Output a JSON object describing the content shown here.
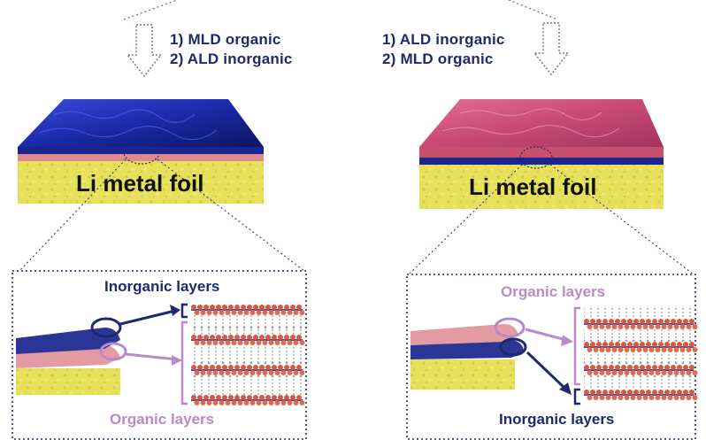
{
  "left_panel": {
    "steps": [
      "1) MLD organic",
      "2) ALD inorganic"
    ],
    "foil_label": "Li metal foil",
    "top_layer_label": "Inorganic layers",
    "bottom_layer_label": "Organic layers"
  },
  "right_panel": {
    "steps": [
      "1) ALD inorganic",
      "2) MLD organic"
    ],
    "foil_label": "Li metal foil",
    "top_layer_label": "Organic layers",
    "bottom_layer_label": "Inorganic layers"
  },
  "colors": {
    "inorganic": "#1f2a6e",
    "organic": "#b88ac8",
    "inorganic_coating": "#1e2db8",
    "organic_coating": "#d8557e",
    "li_foil": "#e6e05a",
    "atom": "#d9573f"
  }
}
